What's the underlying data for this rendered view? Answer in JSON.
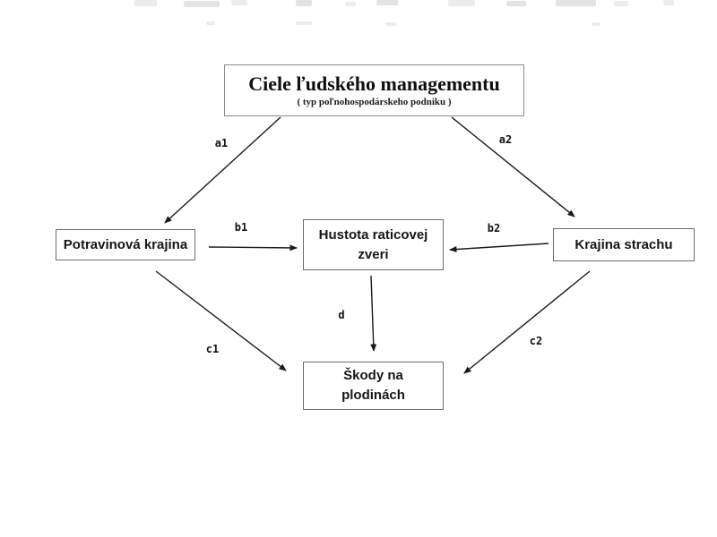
{
  "diagram": {
    "title_box": {
      "title": "Ciele ľudského managementu",
      "subtitle": "( typ poľnohospodárskeho podniku )"
    },
    "nodes": {
      "food_landscape": "Potravinová krajina",
      "ungulate_density": "Hustota raticovej\nzveri",
      "fear_landscape": "Krajina strachu",
      "crop_damage": "Škody na\nplodinách"
    },
    "edge_labels": {
      "a1": "a1",
      "a2": "a2",
      "b1": "b1",
      "b2": "b2",
      "c1": "c1",
      "c2": "c2",
      "d": "d"
    },
    "colors": {
      "background": "#ffffff",
      "box_border": "#6d6d6d",
      "text": "#161616",
      "arrow": "#1a1a1a"
    }
  }
}
